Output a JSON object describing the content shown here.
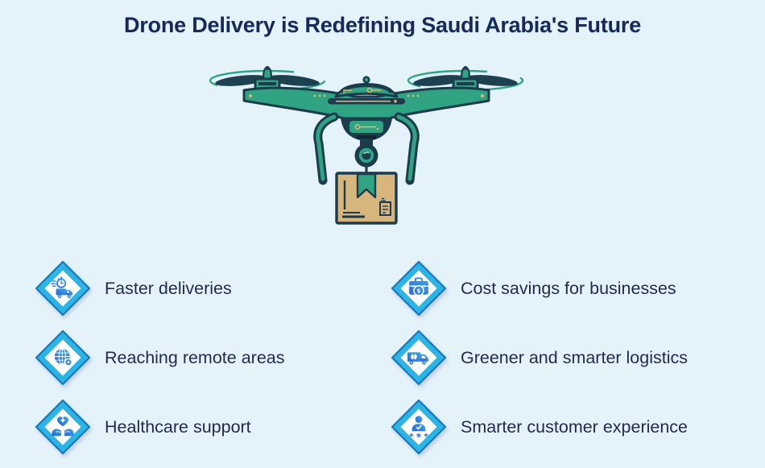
{
  "title": {
    "text": "Drone Delivery is Redefining Saudi Arabia's Future"
  },
  "illustration": {
    "name": "delivery-drone-carrying-package",
    "drone_body_color": "#2FA382",
    "drone_outline_color": "#1C3B4C",
    "circuit_accent_color": "#D9BA6A",
    "package_color": "#D6B67C"
  },
  "colors": {
    "background": "#E4F2FA",
    "title_text": "#17295A",
    "feature_text": "#1E2A52",
    "diamond_border": "#2CB4E4",
    "diamond_edge": "#1778BE",
    "icon_gradient_start": "#2F63D8",
    "icon_gradient_end": "#35A7EA"
  },
  "features": {
    "columns": [
      {
        "items": [
          {
            "label": "Faster deliveries",
            "icon": "express-truck-icon"
          },
          {
            "label": "Reaching remote areas",
            "icon": "globe-location-icon"
          },
          {
            "label": "Healthcare support",
            "icon": "hands-heart-icon"
          }
        ]
      },
      {
        "items": [
          {
            "label": "Cost savings for businesses",
            "icon": "briefcase-dollar-icon"
          },
          {
            "label": "Greener and smarter logistics",
            "icon": "eco-truck-icon"
          },
          {
            "label": "Smarter customer experience",
            "icon": "customer-stars-icon"
          }
        ]
      }
    ]
  }
}
